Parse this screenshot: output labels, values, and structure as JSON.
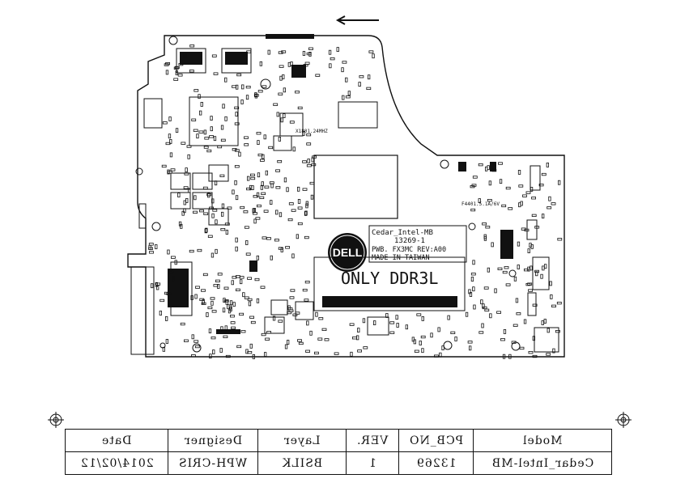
{
  "board": {
    "name_label": "Cedar_Intel-MB",
    "number_label": "13269-1",
    "pwb_label": "PWB. FX3MC REV:A00",
    "origin_label": "MADE IN TAIWAN",
    "memory_note": "ONLY DDR3L",
    "logo_text": "DELL",
    "crystal_label": "X1801.24MHZ",
    "fuse_label": "F4401.5.1A/6V"
  },
  "title_block": {
    "headers": [
      "Date",
      "Designer",
      "Layer",
      "VER.",
      "PCB_NO",
      "Model"
    ],
    "values": [
      "2014/02/12",
      "WPH-CRIS",
      "BSILK",
      "1",
      "13269",
      "Cedar_Intel-MB"
    ]
  },
  "colors": {
    "ink": "#111111",
    "background": "#ffffff"
  }
}
